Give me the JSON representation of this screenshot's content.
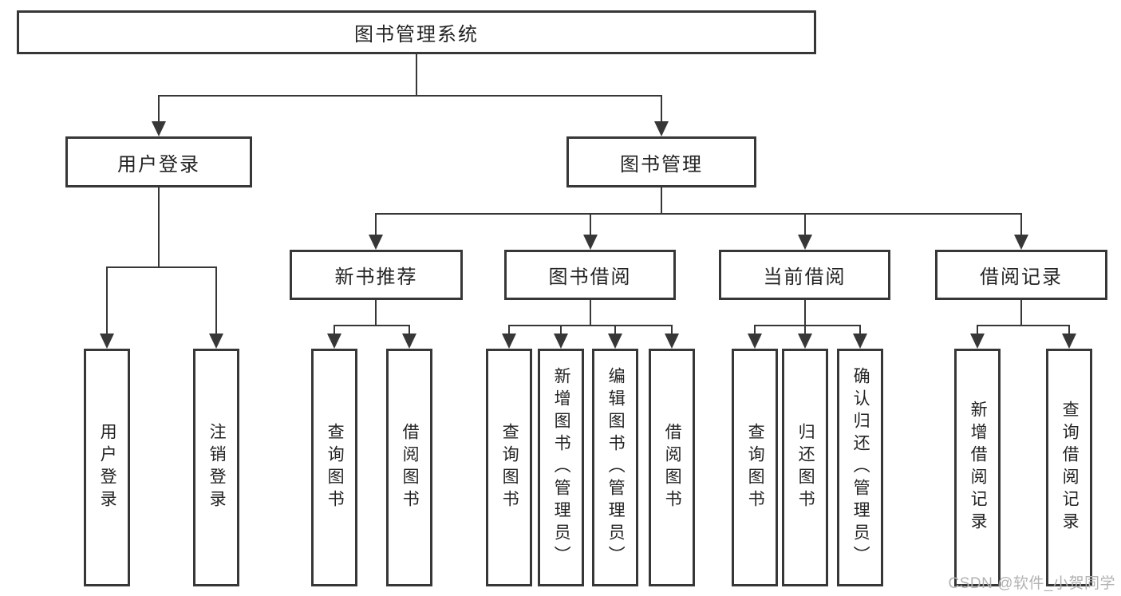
{
  "colors": {
    "line": "#373737",
    "ink": "#232323",
    "watermark": "#b2b2b2",
    "background": "#ffffff"
  },
  "nodes": {
    "root": {
      "label": "图书管理系统"
    },
    "level2": [
      {
        "label": "用户登录"
      },
      {
        "label": "图书管理"
      }
    ],
    "level3": [
      {
        "label": "新书推荐"
      },
      {
        "label": "图书借阅"
      },
      {
        "label": "当前借阅"
      },
      {
        "label": "借阅记录"
      }
    ],
    "leaves": [
      {
        "label": "用户登录"
      },
      {
        "label": "注销登录"
      },
      {
        "label": "查询图书"
      },
      {
        "label": "借阅图书"
      },
      {
        "label": "查询图书"
      },
      {
        "label": "新增图书（管理员）"
      },
      {
        "label": "编辑图书（管理员）"
      },
      {
        "label": "借阅图书"
      },
      {
        "label": "查询图书"
      },
      {
        "label": "归还图书"
      },
      {
        "label": "确认归还（管理员）"
      },
      {
        "label": "新增借阅记录"
      },
      {
        "label": "查询借阅记录"
      }
    ]
  },
  "watermark": "CSDN @软件_小贺同学"
}
